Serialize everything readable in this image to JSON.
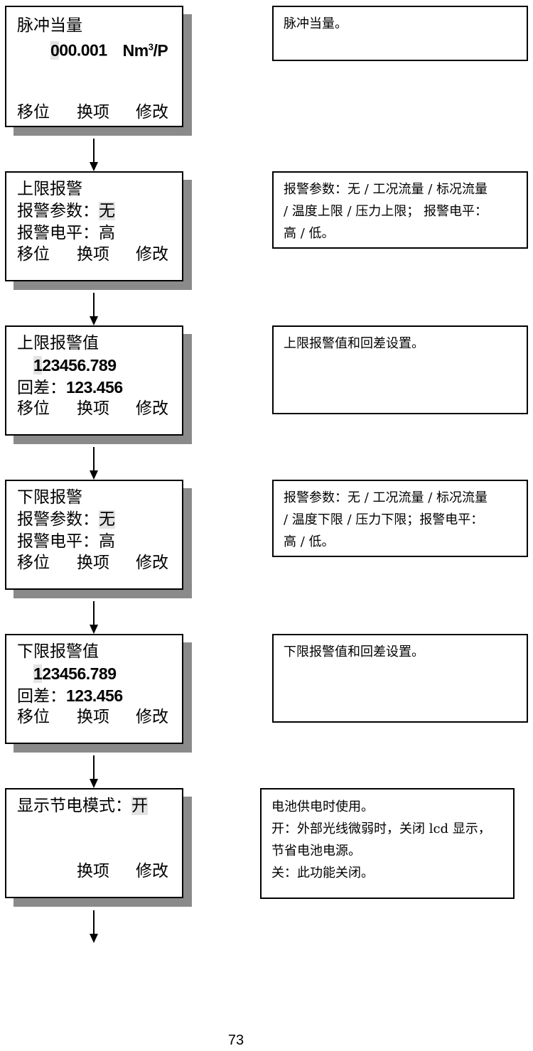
{
  "screens": [
    {
      "title": "脉冲当量",
      "value_cursor": "0",
      "value_rest": "00.001",
      "unit_prefix": "Nm",
      "unit_sup": "3",
      "unit_suffix": "/P",
      "softkeys": [
        "移位",
        "换项",
        "修改"
      ],
      "description": [
        "脉冲当量。"
      ]
    },
    {
      "title": "上限报警",
      "param_label": "报警参数：",
      "param_value": "无",
      "level_label": "报警电平：",
      "level_value": "高",
      "softkeys": [
        "移位",
        "换项",
        "修改"
      ],
      "description": [
        "报警参数：无 / 工况流量 / 标况流量",
        " / 温度上限 / 压力上限； 报警电平：",
        "高 / 低。"
      ]
    },
    {
      "title": "上限报警值",
      "value_cursor": "1",
      "value_rest": "23456.789",
      "hyst_label": "回差：",
      "hyst_value": "123.456",
      "softkeys": [
        "移位",
        "换项",
        "修改"
      ],
      "description": [
        "上限报警值和回差设置。"
      ]
    },
    {
      "title": "下限报警",
      "param_label": "报警参数：",
      "param_value": "无",
      "level_label": "报警电平：",
      "level_value": "高",
      "softkeys": [
        "移位",
        "换项",
        "修改"
      ],
      "description": [
        "报警参数：无 / 工况流量 / 标况流量",
        " / 温度下限 / 压力下限；报警电平：",
        "高 / 低。"
      ]
    },
    {
      "title": "下限报警值",
      "value_cursor": "1",
      "value_rest": "23456.789",
      "hyst_label": "回差：",
      "hyst_value": "123.456",
      "softkeys": [
        "移位",
        "换项",
        "修改"
      ],
      "description": [
        "下限报警值和回差设置。"
      ]
    },
    {
      "title": "显示节电模式：",
      "mode_value": "开",
      "softkeys": [
        "换项",
        "修改"
      ],
      "description": [
        "电池供电时使用。",
        "开：外部光线微弱时，关闭 lcd 显示，",
        "节省电池电源。",
        "关：此功能关闭。"
      ]
    }
  ],
  "page_number": "73",
  "colors": {
    "shadow": "#8a8a8a",
    "highlight": "#e3e3e3"
  }
}
